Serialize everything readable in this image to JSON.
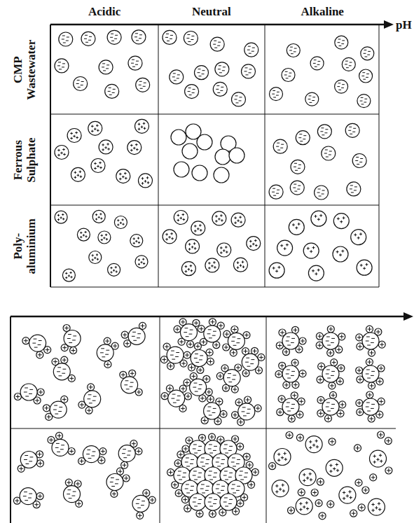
{
  "diagram": {
    "labels": [
      "Acidic",
      "Neutral",
      "Alkaline",
      "pH",
      "CMP Wastewater",
      "Ferrous Sulphate",
      "Poly- aluminium"
    ]
  }
}
